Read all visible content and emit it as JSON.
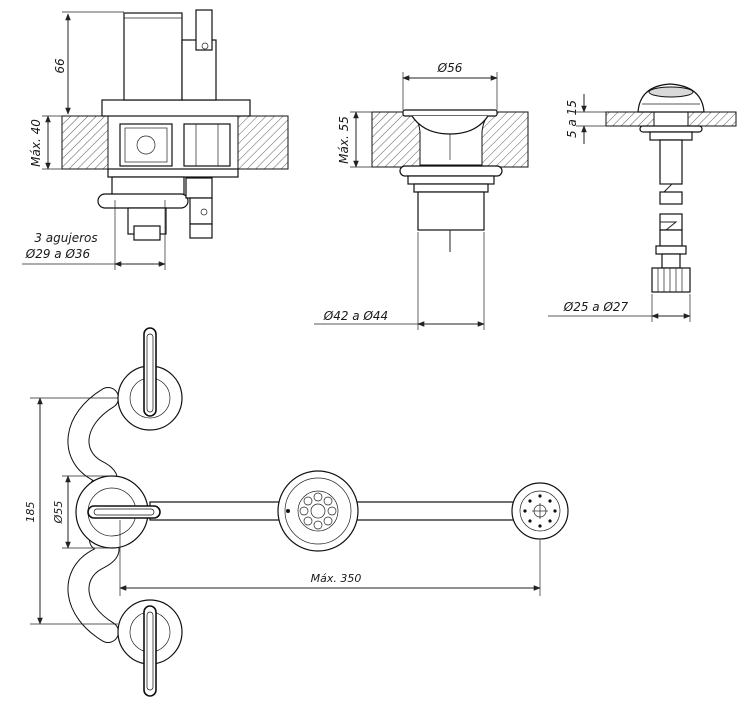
{
  "labels": {
    "dim_66": "66",
    "dim_max40": "Máx. 40",
    "holes_line1": "3 agujeros",
    "holes_line2": "Ø29 a Ø36",
    "dim_56": "Ø56",
    "dim_max55": "Máx. 55",
    "dim_42_44": "Ø42 a Ø44",
    "dim_5a15": "5 a 15",
    "dim_25_27": "Ø25 a Ø27",
    "dim_185": "185",
    "dim_55": "Ø55",
    "dim_max350": "Máx. 350"
  }
}
